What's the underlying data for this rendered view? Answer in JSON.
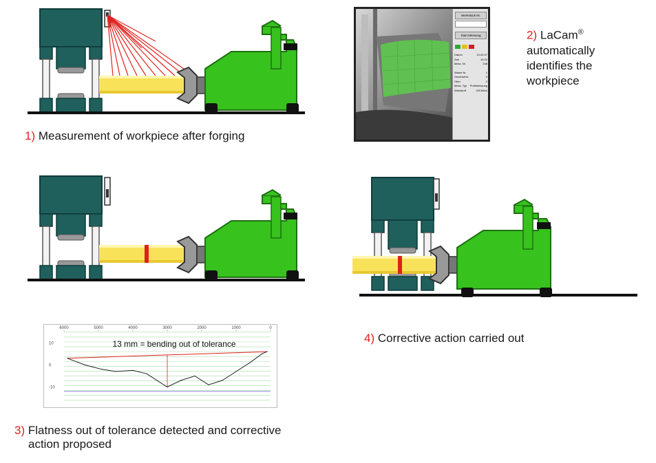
{
  "colors": {
    "press": "#1f5f5c",
    "press_dark": "#0f3b39",
    "manipulator": "#37c21e",
    "manipulator_dark": "#1d6f10",
    "workpiece": "#f8e25a",
    "marker": "#e0201c",
    "laser": "#e0201c",
    "rail": "#111111"
  },
  "steps": [
    {
      "number": "1)",
      "text": "Measurement of workpiece after forging"
    },
    {
      "number": "2)",
      "text_main": "LaCam",
      "text_sup": "®",
      "lines": [
        "automatically",
        "identifies the",
        "workpiece"
      ]
    },
    {
      "number": "3)",
      "lines": [
        "Flatness out of tolerance detected and corrective",
        "action proposed"
      ]
    },
    {
      "number": "4)",
      "text": "Corrective action carried  out"
    }
  ],
  "screen": {
    "button1": "Werkstück Nr.",
    "button2": "Start Messung",
    "rows": [
      {
        "label": "Datum",
        "value": "10.02.07"
      },
      {
        "label": "Zeit",
        "value": "10:22"
      },
      {
        "label": "Mess. Nr.",
        "value": "248"
      },
      {
        "label": "Walze Nr.",
        "value": "1"
      },
      {
        "label": "Geschwind.",
        "value": "0"
      },
      {
        "label": "Ofen",
        "value": "2"
      },
      {
        "label": "Mess. Typ",
        "value": "Profilmessung"
      },
      {
        "label": "Werkstoff",
        "value": "42CrMo4"
      }
    ]
  },
  "chart_data": {
    "type": "line",
    "title": "13 mm  = bending out of tolerance",
    "x_ticks": [
      "6000",
      "5000",
      "4000",
      "3000",
      "2000",
      "1000",
      "0"
    ],
    "y_ticks": [
      "10",
      "0",
      "-10"
    ],
    "xlim": [
      6000,
      0
    ],
    "ylim": [
      -17,
      16
    ],
    "series": [
      {
        "values": [
          [
            5900,
            3
          ],
          [
            5400,
            0
          ],
          [
            4900,
            -2
          ],
          [
            4500,
            -3
          ],
          [
            4000,
            -2.5
          ],
          [
            3600,
            -4
          ],
          [
            3300,
            -7
          ],
          [
            3000,
            -10
          ],
          [
            2600,
            -7
          ],
          [
            2200,
            -5
          ],
          [
            1800,
            -9
          ],
          [
            1400,
            -7
          ],
          [
            1000,
            -3
          ],
          [
            600,
            1
          ],
          [
            250,
            5
          ],
          [
            100,
            6
          ]
        ]
      }
    ],
    "baseline": [
      [
        5900,
        3
      ],
      [
        100,
        6
      ]
    ],
    "deviation_at_x": 3000
  }
}
